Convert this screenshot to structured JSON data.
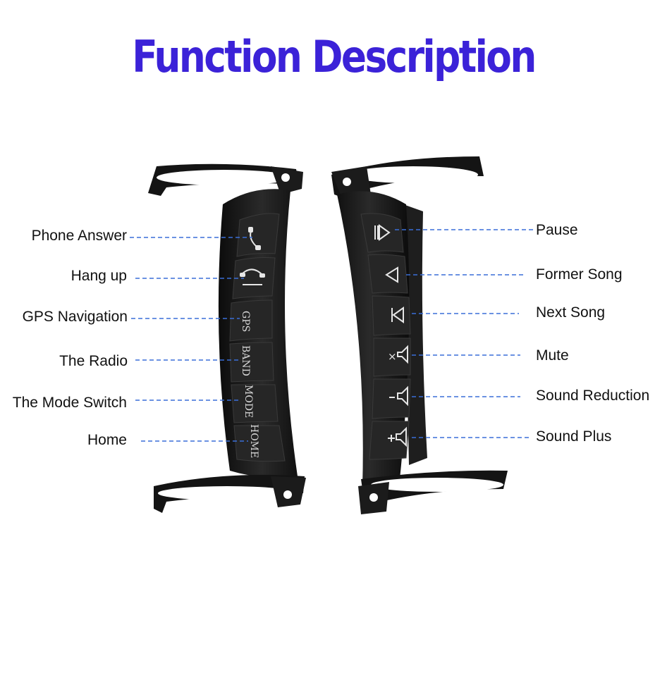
{
  "title": "Function Description",
  "left_labels": [
    "Phone Answer",
    "Hang up",
    "GPS Navigation",
    "The Radio",
    "The Mode Switch",
    "Home"
  ],
  "right_labels": [
    "Pause",
    "Former Song",
    "Next Song",
    "Mute",
    "Sound Reduction",
    "Sound Plus"
  ],
  "left_buttons": [
    "GPS",
    "BAND",
    "MODE",
    "HOME"
  ],
  "icons_left": [
    "phone-answer-icon",
    "hang-up-icon"
  ],
  "icons_right": [
    "play-pause-icon",
    "previous-track-icon",
    "next-track-icon",
    "mute-icon",
    "volume-down-icon",
    "volume-up-icon"
  ],
  "colors": {
    "title": "#3b22d8",
    "leader": "#3a6fd8",
    "device": "#1a1a1a"
  }
}
